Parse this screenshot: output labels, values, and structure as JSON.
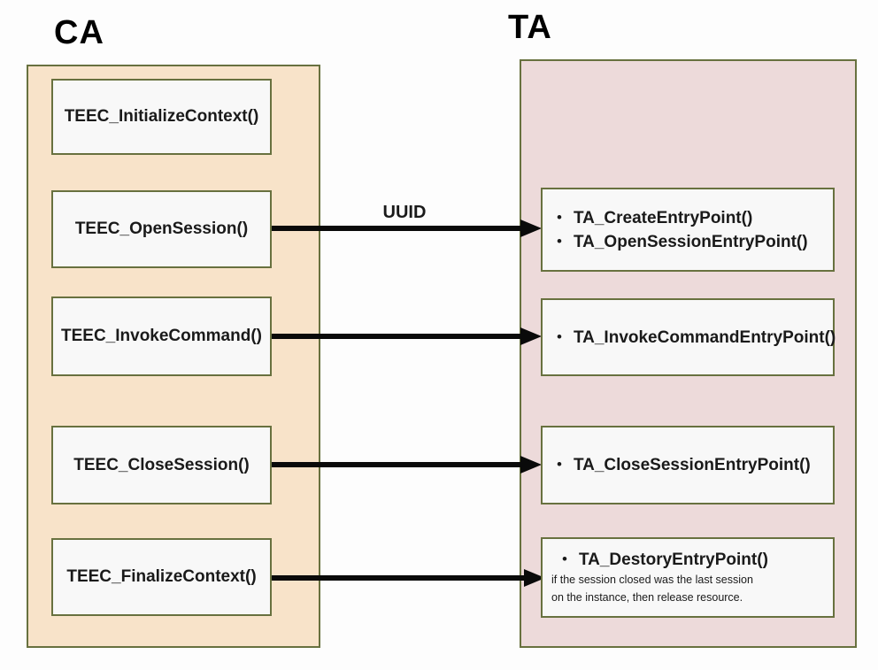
{
  "ca": {
    "title": "CA",
    "boxes": [
      {
        "label": "TEEC_InitializeContext()"
      },
      {
        "label": "TEEC_OpenSession()"
      },
      {
        "label": "TEEC_InvokeCommand()"
      },
      {
        "label": "TEEC_CloseSession()"
      },
      {
        "label": "TEEC_FinalizeContext()"
      }
    ]
  },
  "ta": {
    "title": "TA",
    "boxes": [
      {
        "items": [
          "TA_CreateEntryPoint()",
          "TA_OpenSessionEntryPoint()"
        ]
      },
      {
        "items": [
          "TA_InvokeCommandEntryPoint()"
        ]
      },
      {
        "items": [
          "TA_CloseSessionEntryPoint()"
        ]
      },
      {
        "items": [
          "TA_DestoryEntryPoint()"
        ],
        "note_lines": [
          "if the session closed was the last session",
          "on the instance, then release resource."
        ]
      }
    ]
  },
  "arrows": [
    {
      "from": "TEEC_OpenSession()",
      "to": "TA_CreateEntryPoint() / TA_OpenSessionEntryPoint()",
      "label": "UUID"
    },
    {
      "from": "TEEC_InvokeCommand()",
      "to": "TA_InvokeCommandEntryPoint()",
      "label": ""
    },
    {
      "from": "TEEC_CloseSession()",
      "to": "TA_CloseSessionEntryPoint()",
      "label": ""
    },
    {
      "from": "TEEC_FinalizeContext()",
      "to": "TA_DestoryEntryPoint()",
      "label": ""
    }
  ],
  "colors": {
    "ca-fill": "#f8e3c9",
    "ta-fill": "#eddada",
    "border-olive": "#68713f",
    "box-fill": "#f8f8f8",
    "arrow-color": "#0a0a0a"
  }
}
